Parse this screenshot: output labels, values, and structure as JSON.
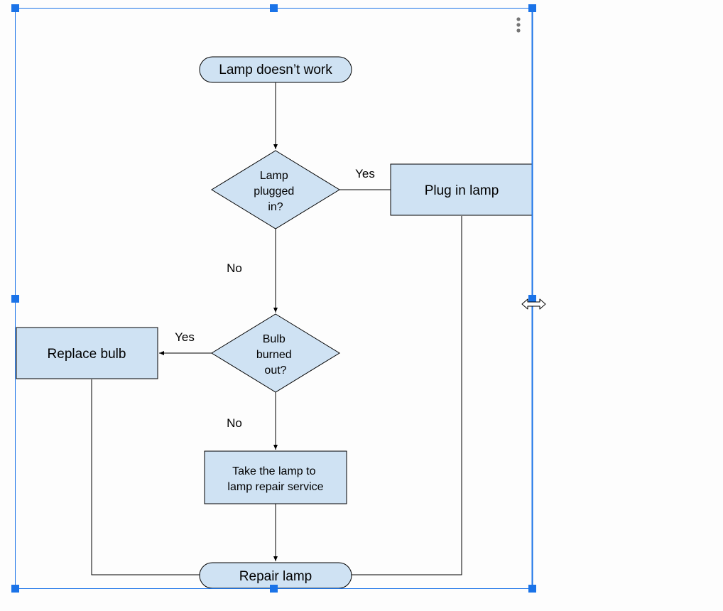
{
  "diagram": {
    "nodes": {
      "start": {
        "text": "Lamp doesn’t work"
      },
      "plugged": {
        "lines": [
          "Lamp",
          "plugged",
          "in?"
        ]
      },
      "plug_in": {
        "text": "Plug in lamp"
      },
      "bulb": {
        "lines": [
          "Bulb",
          "burned",
          "out?"
        ]
      },
      "replace": {
        "text": "Replace bulb"
      },
      "repair_service": {
        "lines": [
          "Take the lamp to",
          "lamp repair service"
        ]
      },
      "end": {
        "text": "Repair lamp"
      }
    },
    "edge_labels": {
      "plugged_yes": "Yes",
      "plugged_no": "No",
      "bulb_yes": "Yes",
      "bulb_no": "No"
    }
  },
  "selection": {
    "handle_color": "#1a73e8"
  },
  "colors": {
    "node_fill": "#cfe2f3",
    "stroke": "#000000"
  },
  "icons": {
    "menu": "more-vert-icon",
    "resize_cursor": "resize-horizontal-cursor-icon"
  }
}
